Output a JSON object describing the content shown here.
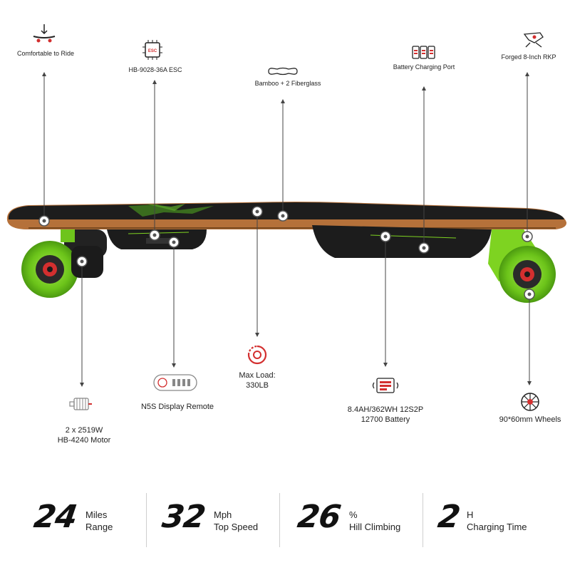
{
  "callouts": {
    "comfort": "Comfortable to Ride",
    "esc": "HB-9028-36A ESC",
    "esc_icon_text": "ESC",
    "deck": "Bamboo + 2 Fiberglass",
    "charging_port": "Battery Charging Port",
    "trucks": "Forged 8-Inch RKP",
    "motor_line1": "2 x 2519W",
    "motor_line2": "HB-4240 Motor",
    "remote": "N5S Display Remote",
    "load_line1": "Max Load:",
    "load_line2": "330LB",
    "battery_line1": "8.4AH/362WH 12S2P",
    "battery_line2": "12700 Battery",
    "wheels": "90*60mm Wheels"
  },
  "icons": {
    "comfort": "skateboard-down-arrow-icon",
    "esc": "esc-chip-icon",
    "deck": "deck-shape-icon",
    "charging_port": "battery-cells-icon",
    "trucks": "truck-icon",
    "motor": "motor-icon",
    "remote": "remote-icon",
    "load": "load-gear-icon",
    "battery": "battery-cycle-icon",
    "wheels": "wheel-icon"
  },
  "colors": {
    "accent_green": "#7ed321",
    "deck_wood": "#b5713a",
    "dark": "#1c1c1c"
  },
  "stats": [
    {
      "value": "24",
      "unit_top": "Miles",
      "unit_bottom": "Range"
    },
    {
      "value": "32",
      "unit_top": "Mph",
      "unit_bottom": "Top Speed"
    },
    {
      "value": "26",
      "unit_top": "%",
      "unit_bottom": "Hill Climbing"
    },
    {
      "value": "2",
      "unit_top": "H",
      "unit_bottom": "Charging Time"
    }
  ]
}
